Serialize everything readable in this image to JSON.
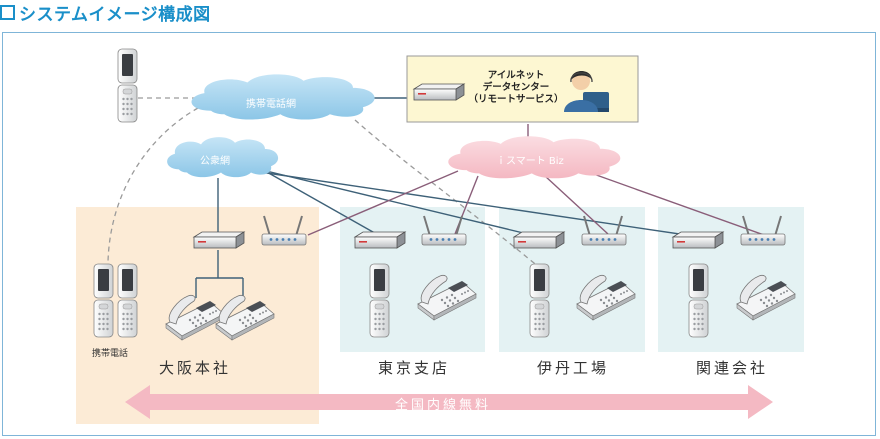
{
  "title": "システムイメージ構成図",
  "clouds": {
    "mobile_network": "携帯電話網",
    "public_network": "公衆網",
    "ismart": "ｉスマート Biz"
  },
  "datacenter": {
    "line1": "アイルネット",
    "line2": "データセンター",
    "line3": "（リモートサービス）"
  },
  "sites": {
    "osaka": "大阪本社",
    "tokyo": "東京支店",
    "itami": "伊丹工場",
    "kanren": "関連会社"
  },
  "mobile_label": "携帯電話",
  "free_calls": "全国内線無料",
  "colors": {
    "accent": "#1a8fc9",
    "osaka_bg": "#fcebd6",
    "branch_bg": "#e4f2f3",
    "mobile_cloud": "#9ccfec",
    "ismart_cloud": "#f6c7cf",
    "arrow": "#f4b9c3",
    "datacenter_bg": "#fdf7d2",
    "blue_line": "#3e6178",
    "purple_line": "#8a5e79"
  }
}
